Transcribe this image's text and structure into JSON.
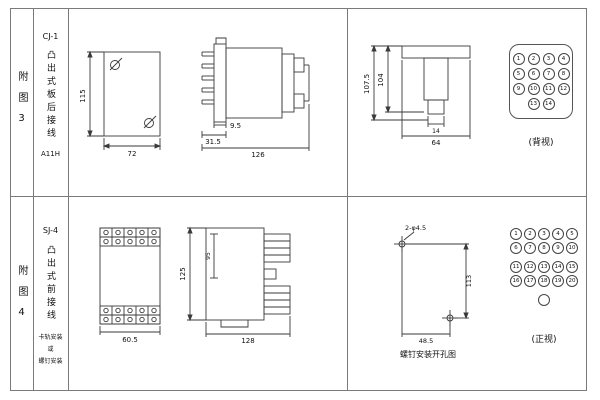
{
  "table": {
    "row1": {
      "fig_label": "附图3",
      "model": "CJ-1",
      "wiring": "凸出式板后接线",
      "code": "A11H",
      "front_view": {
        "height": "115",
        "width": "72"
      },
      "side_view": {
        "flange": "9.5",
        "front_len": "31.5",
        "total_len": "126"
      },
      "cutout_view": {
        "h_outer": "107.5",
        "h_inner": "104",
        "stub": "14",
        "width": "64"
      },
      "pin_view": {
        "caption": "(背视)",
        "groups": [
          [
            [
              "1",
              "2",
              "3",
              "4"
            ],
            [
              "5",
              "6",
              "7",
              "8"
            ],
            [
              "9",
              "10",
              "11",
              "12"
            ],
            [
              "13",
              "14"
            ]
          ]
        ]
      }
    },
    "row2": {
      "fig_label": "附图4",
      "model": "SJ-4",
      "wiring": "凸出式前接线",
      "mount1": "卡轨安装",
      "mount2": "或",
      "mount3": "螺钉安装",
      "front_view": {
        "width": "60.5"
      },
      "side_view": {
        "height": "125",
        "inner": "95",
        "length": "128"
      },
      "drill_view": {
        "holes": "2-φ4.5",
        "v": "113",
        "h": "48.5",
        "caption": "螺钉安装开孔图"
      },
      "pin_view": {
        "caption": "(正视)",
        "groups": [
          [
            [
              "1",
              "2",
              "3",
              "4",
              "5"
            ],
            [
              "6",
              "7",
              "8",
              "9",
              "10"
            ]
          ],
          [
            [
              "11",
              "12",
              "13",
              "14",
              "15"
            ],
            [
              "16",
              "17",
              "18",
              "19",
              "20"
            ]
          ],
          [
            [
              ""
            ]
          ]
        ]
      }
    }
  }
}
